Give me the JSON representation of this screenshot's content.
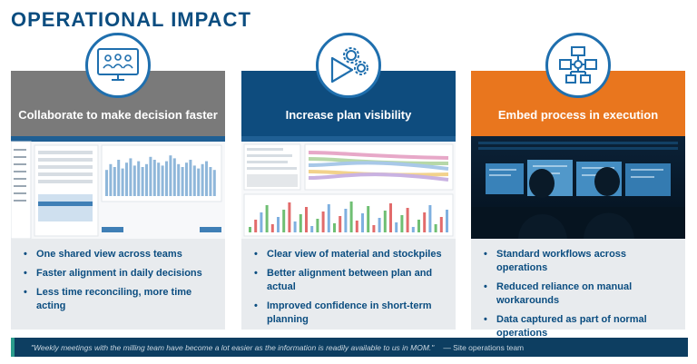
{
  "title": "OPERATIONAL IMPACT",
  "columns": [
    {
      "heading": "Collaborate to make decision faster",
      "icon": "monitor-team-icon",
      "color": "#7a7a7a",
      "bullets": [
        "One shared view across teams",
        "Faster alignment in daily decisions",
        "Less time reconciling, more time acting"
      ]
    },
    {
      "heading": "Increase plan visibility",
      "icon": "gears-play-icon",
      "color": "#0e4c7e",
      "bullets": [
        "Clear view of material and stockpiles",
        "Better alignment between plan and actual",
        "Improved confidence in short-term planning"
      ]
    },
    {
      "heading": "Embed process in execution",
      "icon": "process-flow-icon",
      "color": "#e9761e",
      "bullets": [
        "Standard workflows across operations",
        "Reduced reliance on manual workarounds",
        "Data captured as part of normal operations"
      ]
    }
  ],
  "quote": {
    "text": "\"Weekly meetings with the milling team have become a lot easier as the information is readily available to us in MOM.\"",
    "attribution": "— Site operations team"
  }
}
